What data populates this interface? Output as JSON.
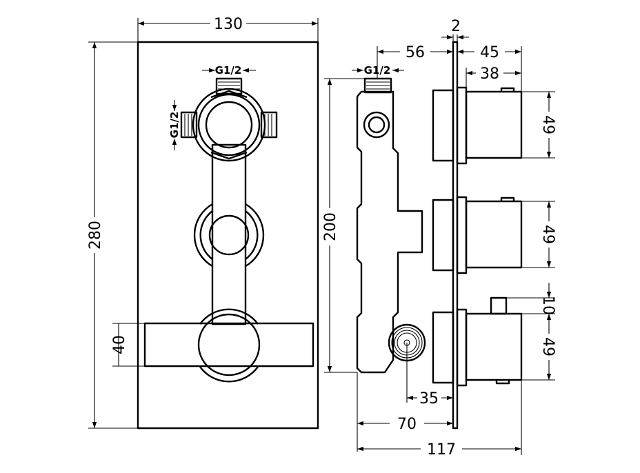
{
  "front_view": {
    "width_label": "130",
    "height_label": "280",
    "handle_height_label": "40",
    "thread_top_label": "G1/2",
    "thread_side_label": "G1/2"
  },
  "side_view": {
    "plate_thickness_label": "2",
    "offset_56_label": "56",
    "offset_45_label": "45",
    "knob_depth_label": "38",
    "thread_label": "G1/2",
    "body_height_label": "200",
    "knob_1_diameter_label": "49",
    "knob_2_diameter_label": "49",
    "knob_3_diameter_label": "49",
    "button_label": "10",
    "outlet_label": "35",
    "depth_70_label": "70",
    "total_depth_label": "117"
  }
}
